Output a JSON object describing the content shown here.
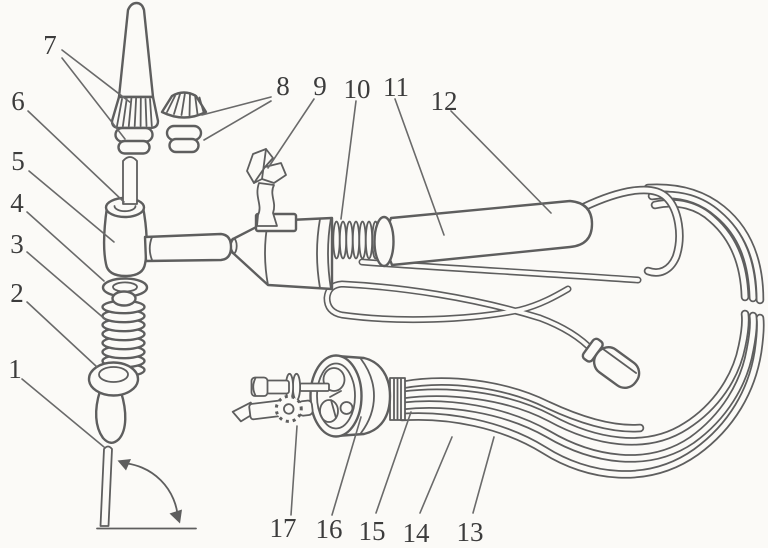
{
  "figure": {
    "background_color": "#fbfaf7",
    "line_color": "#5e5e5e",
    "label_color": "#3c3c3c",
    "callouts": {
      "n1": "1",
      "n2": "2",
      "n3": "3",
      "n4": "4",
      "n5": "5",
      "n6": "6",
      "n7": "7",
      "n8": "8",
      "n9": "9",
      "n10": "10",
      "n11": "11",
      "n12": "12",
      "n13": "13",
      "n14": "14",
      "n15": "15",
      "n16": "16",
      "n17": "17"
    }
  }
}
